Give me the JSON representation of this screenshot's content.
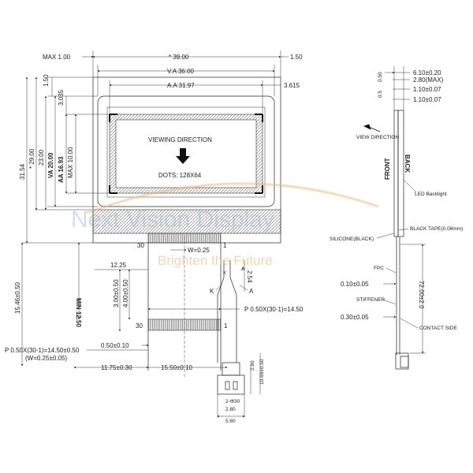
{
  "front_view": {
    "overall": {
      "max_left": "MAX 1.00",
      "width_total": "* 39.00",
      "right_margin": "1.50",
      "va_width": "V.A 36.00",
      "aa_width": "A.A 31.97",
      "aa_offset_right": "3.615"
    },
    "left_dims": {
      "top_margin": "1.50",
      "aa_top": "3.035",
      "max_height": "MAX 10.00",
      "aa_height": "AA 16.93",
      "va_height": "VA 20.00",
      "height_23": "23.00",
      "height_29": "* 29.00",
      "height_3154": "31.54",
      "fpc_length": "15.46±0.50"
    },
    "screen": {
      "viewing_direction": "VIEWING DIRECTION",
      "dots": "DOTS: 128X64"
    },
    "fpc_labels": {
      "pin_30_top": "30",
      "w_025": "W=0.25",
      "pin_1_top": "1",
      "min_1250": "MIN 12.50",
      "dim_1225": "12.25",
      "k_upper": "K",
      "a_upper": "A",
      "k_lower": "K",
      "a_lower": "A",
      "dim_254": "2.54",
      "dim_300": "3.00±0.50",
      "dim_400": "4.00±0.50",
      "pitch_upper": "P 0.50X(30-1)=14.50",
      "pin_30_bottom": "30",
      "pin_1_bottom": "1",
      "dim_050_010": "0.50±0.10",
      "pitch_lower": "P 0.50X(30-1)=14.50±0.50",
      "w_lower": "(W=0.25±0.05)",
      "dim_1175": "11.75±0.30",
      "dim_1550": "15.50±0.10"
    },
    "connector": {
      "dim_260": "2.60",
      "dim_1065": "10.65±0.50",
      "dim_2630": "2-Φ30",
      "dim_280": "2.80",
      "dim_560": "5.60"
    }
  },
  "side_view": {
    "dims": {
      "d1": "6.10±0.20",
      "d2": "2.80(MAX)",
      "d3": "1.10±0.07",
      "d4": "1.10±0.07",
      "top_a": "0.50",
      "top_b": "0.5"
    },
    "labels": {
      "view_direction": "VIEW DIRECTION",
      "front": "FRONT",
      "back": "BACK",
      "led": "LED Backlight",
      "silicone": "SILICONE(BLACK)",
      "black_tape": "BLACK TAPE(0.08mm)",
      "fpc": "FPC",
      "dim_010": "0.10±0.05",
      "stiffener": "STIFFENER",
      "dim_030": "0.30±0.05",
      "contact_side": "CONTACT SIDE",
      "length": "72.00±2.0"
    }
  },
  "watermark": {
    "brand": "Next Vision Display",
    "slogan": "Brighten the Future"
  }
}
